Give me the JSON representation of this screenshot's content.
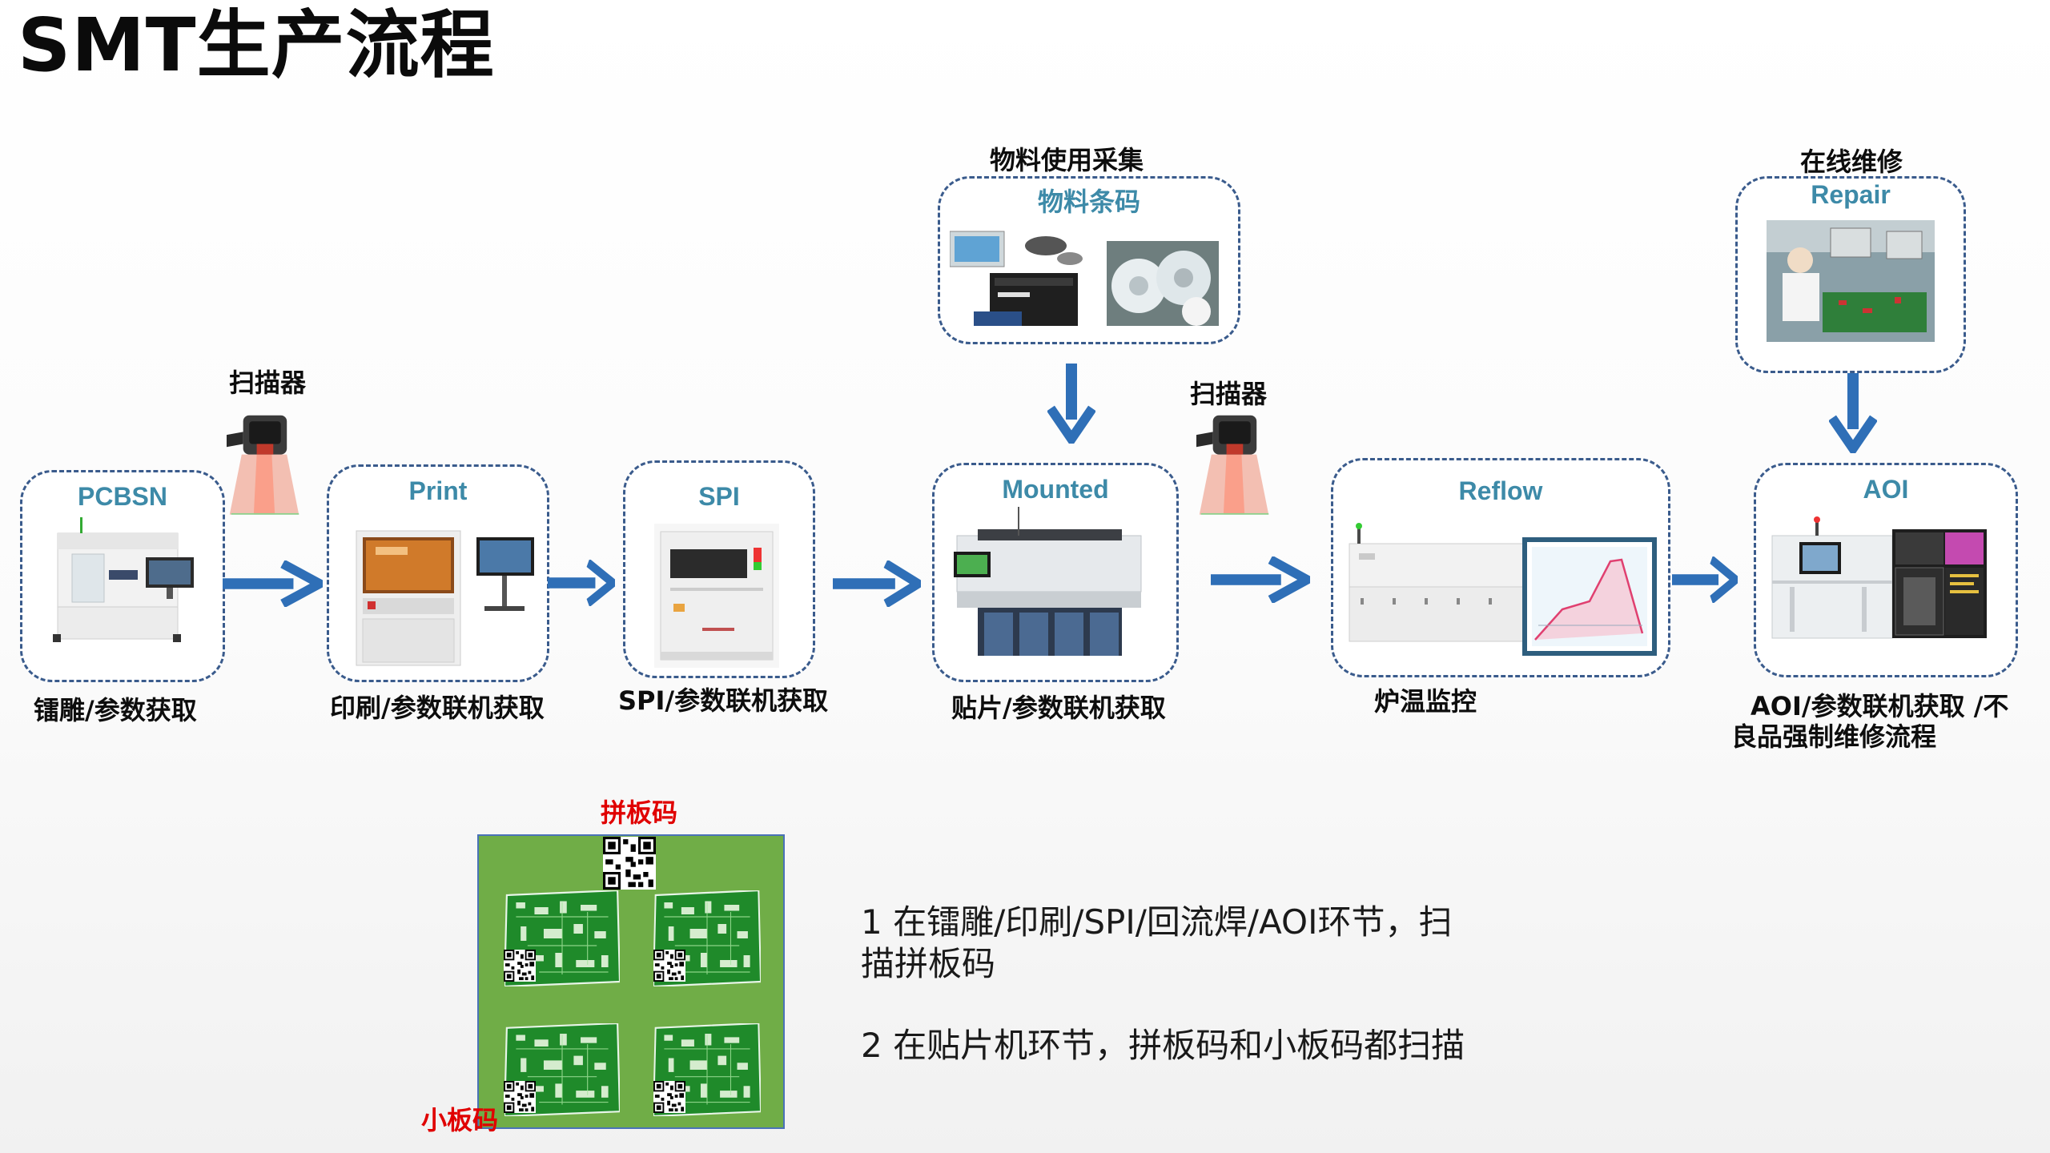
{
  "title": "SMT生产流程",
  "stations": {
    "pcbsn": {
      "label": "PCBSN",
      "caption": "镭雕/参数获取"
    },
    "print": {
      "label": "Print",
      "caption": "印刷/参数联机获取"
    },
    "spi": {
      "label": "SPI",
      "caption": "SPI/参数联机获取"
    },
    "mounted": {
      "label": "Mounted",
      "caption": "贴片/参数联机获取"
    },
    "reflow": {
      "label": "Reflow",
      "caption": "炉温监控"
    },
    "aoi": {
      "label": "AOI",
      "caption_line1": "AOI/参数联机获取 /不",
      "caption_line2": "良品强制维修流程"
    }
  },
  "material": {
    "heading": "物料使用采集",
    "label": "物料条码"
  },
  "repair": {
    "heading": "在线维修",
    "label": "Repair"
  },
  "scanner_label_1": "扫描器",
  "scanner_label_2": "扫描器",
  "panel": {
    "panel_code_label": "拼板码",
    "board_code_label": "小板码"
  },
  "notes": {
    "note1_line1": "1 在镭雕/印刷/SPI/回流焊/AOI环节，扫",
    "note1_line2": "描拼板码",
    "note2": "2 在贴片机环节，拼板码和小板码都扫描"
  },
  "colors": {
    "arrow": "#2f6fb7",
    "box_border": "#3a5b8c",
    "label": "#3d8aa8",
    "panel_green": "#70ad47",
    "pcb_green": "#1f8a2a",
    "red": "#e00000"
  }
}
